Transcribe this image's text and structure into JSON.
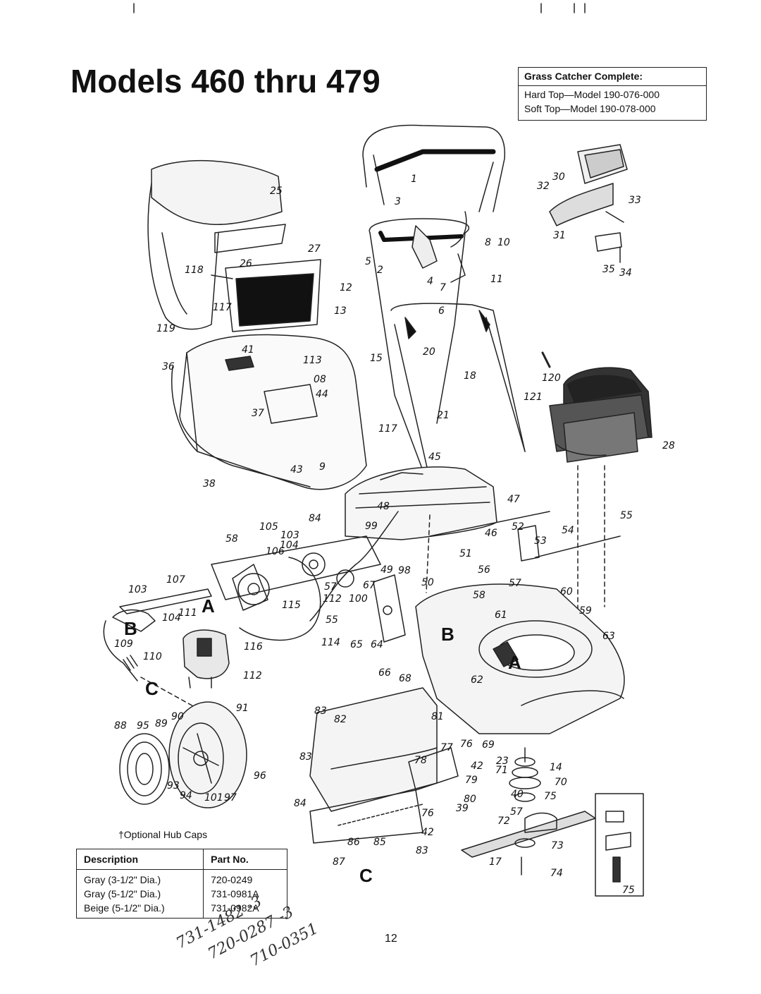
{
  "page": {
    "title": "Models 460 thru 479",
    "page_number": "12"
  },
  "grass_catcher": {
    "title": "Grass Catcher Complete:",
    "items": [
      "Hard Top—Model 190-076-000",
      "Soft Top—Model 190-078-000"
    ]
  },
  "hub_caps": {
    "title": "†Optional Hub Caps",
    "columns": [
      "Description",
      "Part No."
    ],
    "rows": [
      [
        "Gray (3-1/2\" Dia.)",
        "720-0249"
      ],
      [
        "Gray (5-1/2\" Dia.)",
        "731-0981A"
      ],
      [
        "Beige (5-1/2\" Dia.)",
        "731-0982A"
      ]
    ]
  },
  "callouts": [
    "A",
    "A",
    "B",
    "B",
    "C",
    "C"
  ],
  "part_labels": [
    "1",
    "3",
    "25",
    "27",
    "26",
    "118",
    "117",
    "119",
    "36",
    "41",
    "37",
    "38",
    "43",
    "113",
    "08",
    "44",
    "9",
    "15",
    "20",
    "18",
    "21",
    "45",
    "117",
    "2",
    "4",
    "5",
    "6",
    "7",
    "8",
    "10",
    "11",
    "12",
    "13",
    "30",
    "32",
    "33",
    "31",
    "35",
    "34",
    "120",
    "121",
    "28",
    "47",
    "48",
    "99",
    "84",
    "105",
    "103",
    "104",
    "106",
    "58",
    "107",
    "103",
    "104",
    "111",
    "109",
    "110",
    "115",
    "116",
    "112",
    "49",
    "98",
    "50",
    "51",
    "46",
    "52",
    "53",
    "54",
    "55",
    "56",
    "57",
    "58",
    "60",
    "59",
    "61",
    "63",
    "62",
    "112",
    "100",
    "67",
    "57",
    "55",
    "114",
    "65",
    "64",
    "66",
    "68",
    "91",
    "88",
    "95",
    "89",
    "90",
    "96",
    "93",
    "94",
    "101",
    "97",
    "83",
    "82",
    "81",
    "83",
    "77",
    "76",
    "69",
    "78",
    "42",
    "23",
    "14",
    "71",
    "79",
    "70",
    "40",
    "75",
    "84",
    "80",
    "39",
    "57",
    "72",
    "86",
    "85",
    "76",
    "42",
    "83",
    "87",
    "73",
    "17",
    "74",
    "75"
  ],
  "handwritten_notes": [
    "731-1482 -3",
    "720-0287 -3",
    "710-0351"
  ]
}
